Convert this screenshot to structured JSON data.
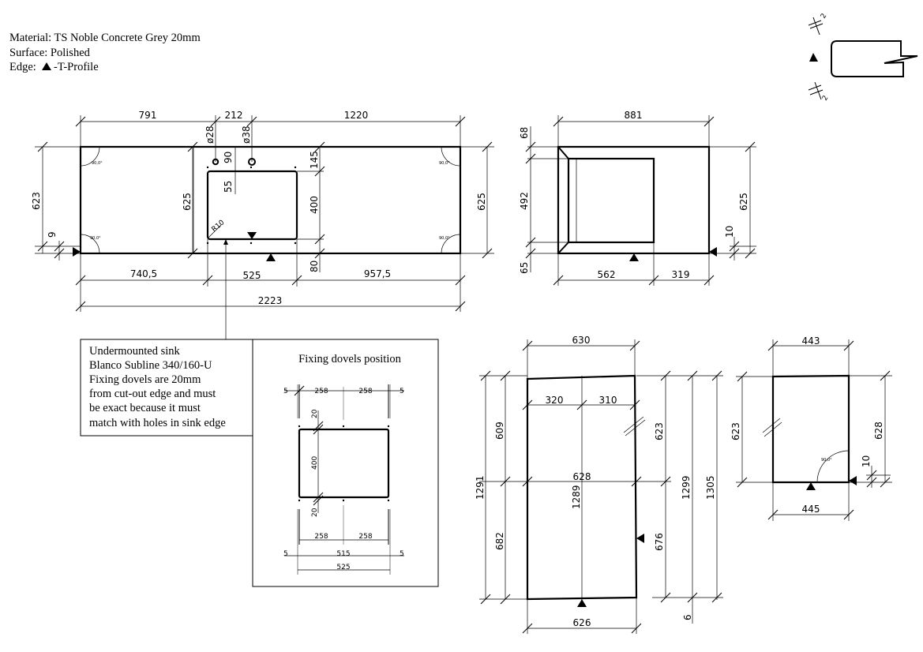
{
  "material": {
    "material_line": "Material: TS Noble Concrete Grey 20mm",
    "surface_line": "Surface: Polished",
    "edge_prefix": "Edge:",
    "edge_suffix": " -T-Profile"
  },
  "profile_detail": {
    "top_dim": "2",
    "bottom_dim": "2"
  },
  "main_top": {
    "top_dims": [
      "791",
      "212",
      "1220"
    ],
    "holes": [
      "ø28",
      "ø38"
    ],
    "hole_offset": "90",
    "sink_offset": "55",
    "sink_top": "145",
    "sink_height": "400",
    "sink_bottom": "80",
    "left_height": "623",
    "inner_height": "625",
    "right_height": "625",
    "left_small": "9",
    "bottom_dims": [
      "740,5",
      "525",
      "957,5"
    ],
    "total_length": "2223",
    "radius": "R10",
    "angle": "90,0°"
  },
  "side_top": {
    "width": "881",
    "top_left": "68",
    "middle": "492",
    "bottom_left": "65",
    "right_height": "625",
    "right_small": "10",
    "bottom_dims": [
      "562",
      "319"
    ]
  },
  "note": {
    "lines": [
      "Undermounted sink",
      "Blanco Subline 340/160-U",
      "Fixing dovels are 20mm",
      "from cut-out edge and must",
      "be exact because it must",
      "match with holes in sink edge"
    ]
  },
  "fixing": {
    "title": "Fixing dovels position",
    "top_dims": [
      "5",
      "258",
      "258",
      "5"
    ],
    "offset_top": "20",
    "height": "400",
    "offset_bottom": "20",
    "bottom_dims": [
      "258",
      "258"
    ],
    "edge_dims": [
      "5",
      "515",
      "5"
    ],
    "total": "525"
  },
  "tall_panel": {
    "width_top": "630",
    "inner_dims": [
      "320",
      "310"
    ],
    "mid_width": "628",
    "left_total": "1291",
    "upper": "609",
    "lower": "682",
    "center": "1289",
    "right_upper": "623",
    "right_lower": "676",
    "total_1299": "1299",
    "total_1305": "1305",
    "small": "6",
    "width_bottom": "626"
  },
  "small_panel": {
    "width_top": "443",
    "left_height": "623",
    "right_height": "628",
    "small": "10",
    "width_bottom": "445",
    "angle": "90,0°"
  }
}
